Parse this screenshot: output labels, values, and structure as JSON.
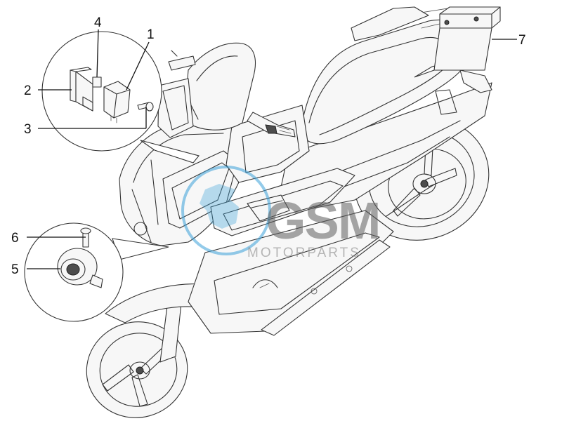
{
  "diagram": {
    "callouts": [
      "1",
      "2",
      "3",
      "4",
      "5",
      "6",
      "7"
    ]
  },
  "watermark": {
    "brand_text": "GSM",
    "sub_text": "MOTORPARTS",
    "accent_color": "#3aa0d8"
  }
}
